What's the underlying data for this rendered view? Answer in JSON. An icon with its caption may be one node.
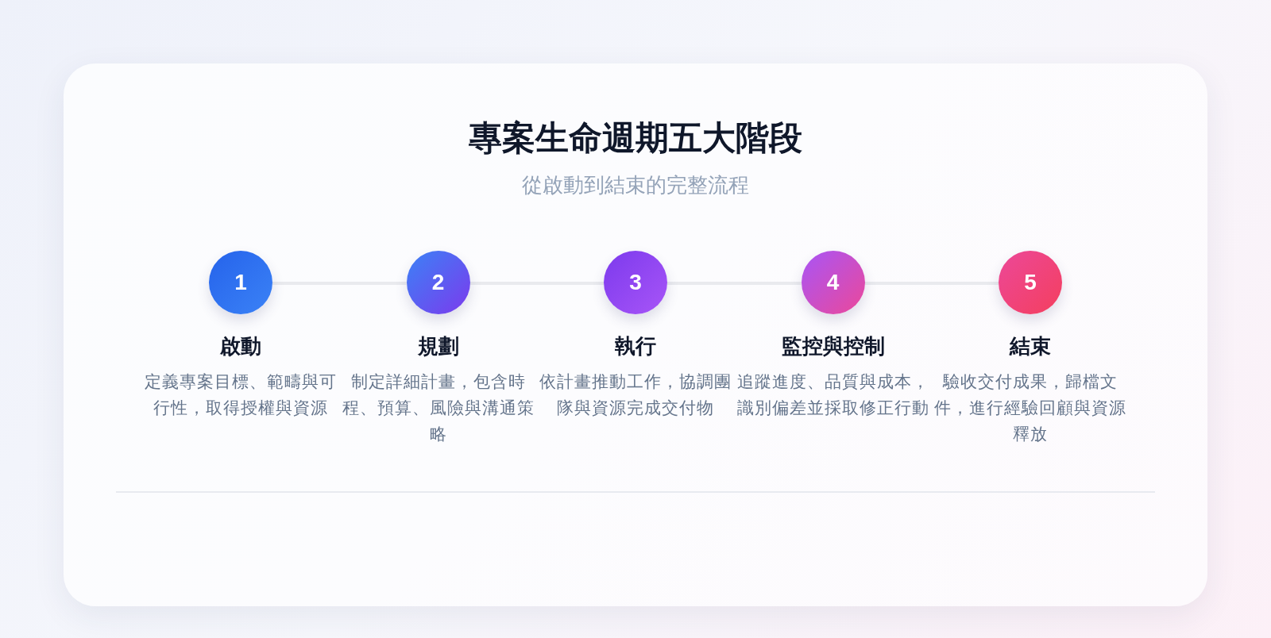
{
  "diagram": {
    "title": "專案生命週期五大階段",
    "nodes": [
      {
        "text": [
          "1"
        ],
        "beside": [
          "啟動",
          "定義專案目標、範疇與可行性，取得授權與資源"
        ]
      },
      {
        "text": [
          "2"
        ],
        "beside": [
          "規劃",
          "制定詳細計畫，包含時程、預算、風險與溝通策略"
        ]
      },
      {
        "text": [
          "3"
        ],
        "beside": [
          "執行",
          "依計畫推動工作，協調團隊與資源完成交付物"
        ]
      },
      {
        "text": [
          "4"
        ],
        "beside": [
          "監控與控制",
          "追蹤進度、品質與成本，識別偏差並採取修正行動"
        ]
      },
      {
        "text": [
          "5"
        ],
        "beside": [
          "結束",
          "驗收交付成果，歸檔文件，進行經驗回顧與資源釋放"
        ]
      }
    ],
    "edges": [
      {
        "from": 0,
        "to": 1,
        "arrow": "none"
      },
      {
        "from": 1,
        "to": 2,
        "arrow": "none"
      },
      {
        "from": 2,
        "to": 3,
        "arrow": "none"
      },
      {
        "from": 3,
        "to": 4,
        "arrow": "none"
      }
    ],
    "labels": [
      "從啟動到結束的完整流程"
    ]
  }
}
